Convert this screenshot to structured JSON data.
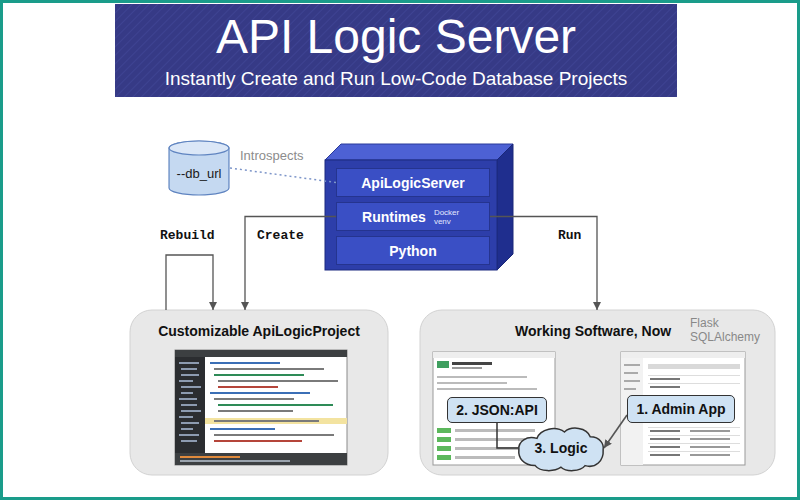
{
  "diagram": {
    "title": "API Logic Server",
    "nodes": [
      {
        "text": [
          "--db_url"
        ]
      },
      {
        "text": [
          "ApiLogicServer"
        ]
      },
      {
        "text": [
          "Runtimes",
          "Docker venv"
        ]
      },
      {
        "text": [
          "Python"
        ]
      },
      {
        "text": [
          "Customizable ApiLogicProject"
        ]
      },
      {
        "text": [
          "Working Software, Now",
          "Flask SQLAlchemy"
        ]
      },
      {
        "text": [
          "2. JSON:API"
        ],
        "in": 5
      },
      {
        "text": [
          "1. Admin App"
        ],
        "in": 5
      },
      {
        "text": [
          "3. Logic"
        ],
        "in": 5
      }
    ],
    "edges": [
      {
        "from": 0,
        "to": 1,
        "arrow": "none",
        "label": "Introspects"
      },
      {
        "from": 2,
        "to": 4,
        "arrow": "to",
        "label": "Create"
      },
      {
        "from": 2,
        "to": 5,
        "arrow": "to",
        "label": "Run"
      },
      {
        "from": 4,
        "to": 4,
        "arrow": "to",
        "label": "Rebuild"
      },
      {
        "from": 6,
        "to": 8,
        "arrow": "none"
      },
      {
        "from": 7,
        "to": 8,
        "arrow": "to"
      }
    ],
    "labels": [
      "Instantly Create and Run Low-Code Database Projects"
    ]
  }
}
